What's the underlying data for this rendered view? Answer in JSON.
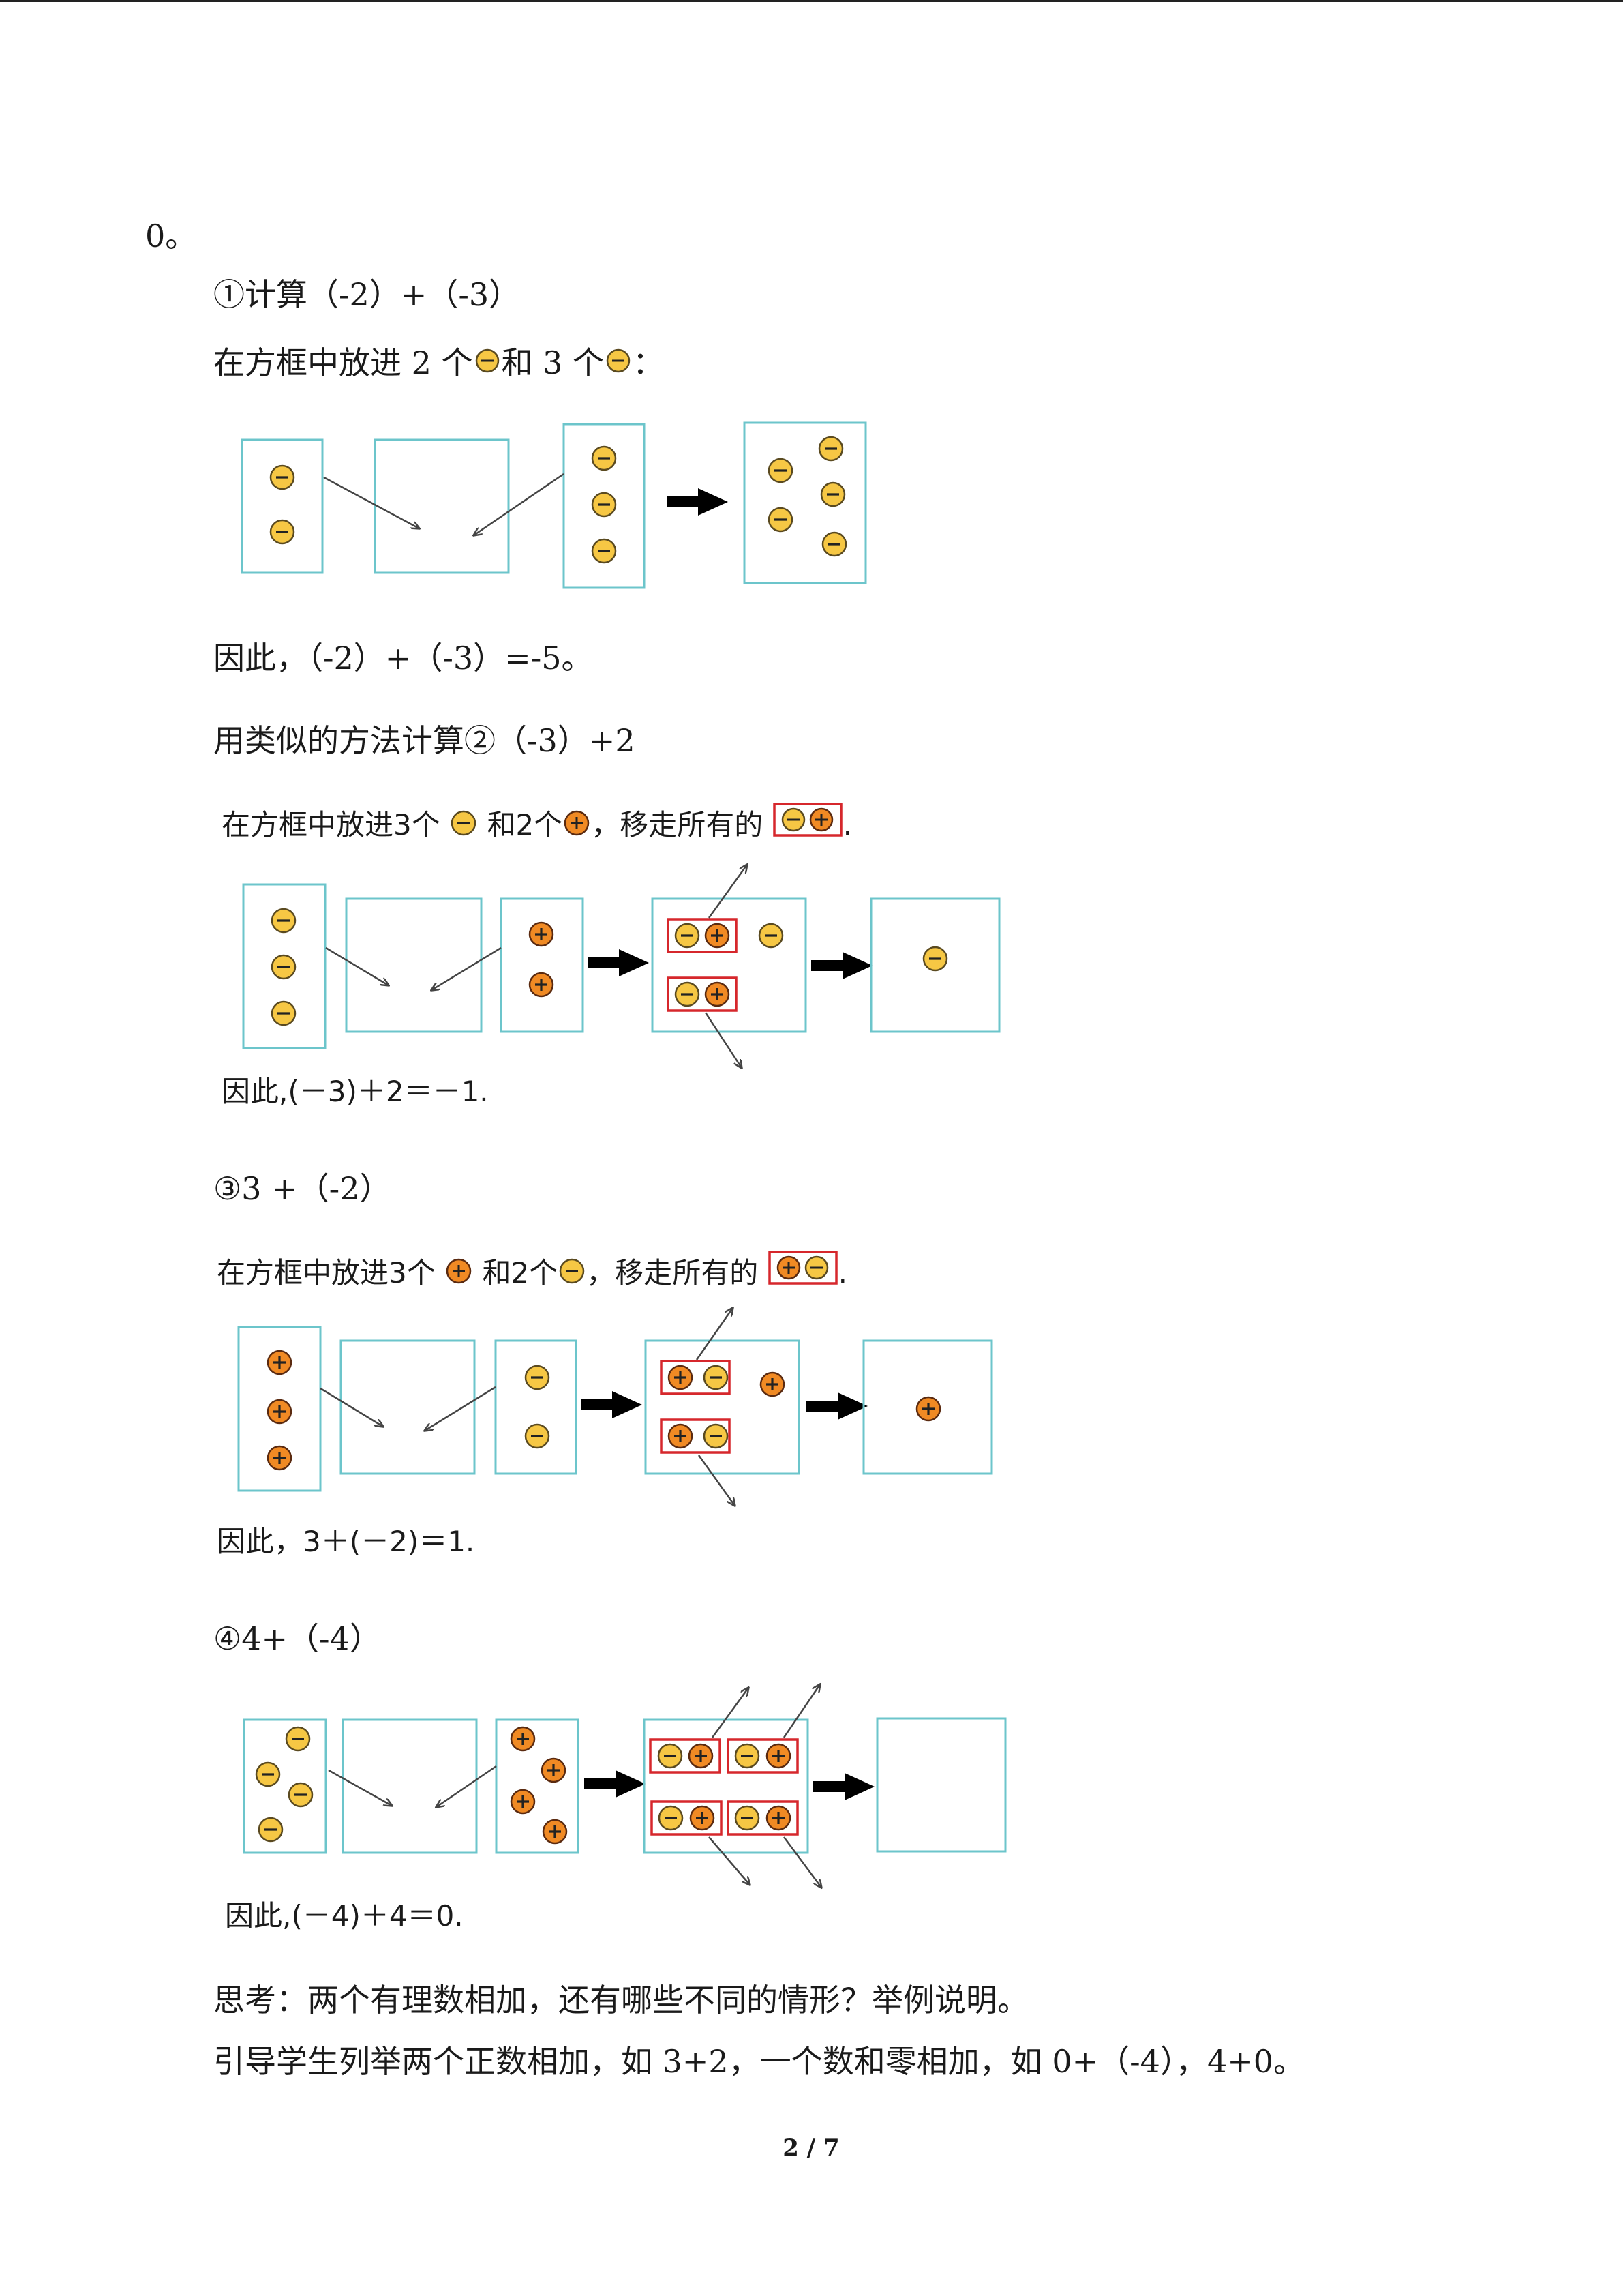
{
  "paragraphs": {
    "p0": "0。",
    "p1": "①计算（-2）+（-3）",
    "p2a": "在方框中放进 2 个",
    "p2b": "和 3 个",
    "p2c": "：",
    "p3": "因此，（-2）+（-3）=-5。",
    "p4": "用类似的方法计算②（-3）+2",
    "p5": "③3 +（-2）",
    "p6": "④4+（-4）",
    "p7": "思考：两个有理数相加，还有哪些不同的情形？举例说明。",
    "p8": "引导学生列举两个正数相加，如 3+2，一个数和零相加，如 0+（-4），4+0。"
  },
  "fig2": {
    "caption_a": "在方框中放进3个",
    "caption_b": "和2个",
    "caption_c": "，移走所有的",
    "caption_d": ".",
    "result": "因此,(－3)＋2＝－1."
  },
  "fig3": {
    "caption_a": "在方框中放进3个",
    "caption_b": "和2个",
    "caption_c": "，移走所有的",
    "caption_d": ".",
    "result": "因此，3＋(－2)＝1."
  },
  "fig4": {
    "result": "因此,(－4)＋4＝0."
  },
  "footer": {
    "page": "2 / 7"
  },
  "colors": {
    "box": "#6cc5cb",
    "neg_fill": "#f6c744",
    "pos_fill": "#f08a24",
    "chip_stroke": "#5a4a20",
    "pair_box": "#d6272c",
    "arrow": "#000000"
  }
}
